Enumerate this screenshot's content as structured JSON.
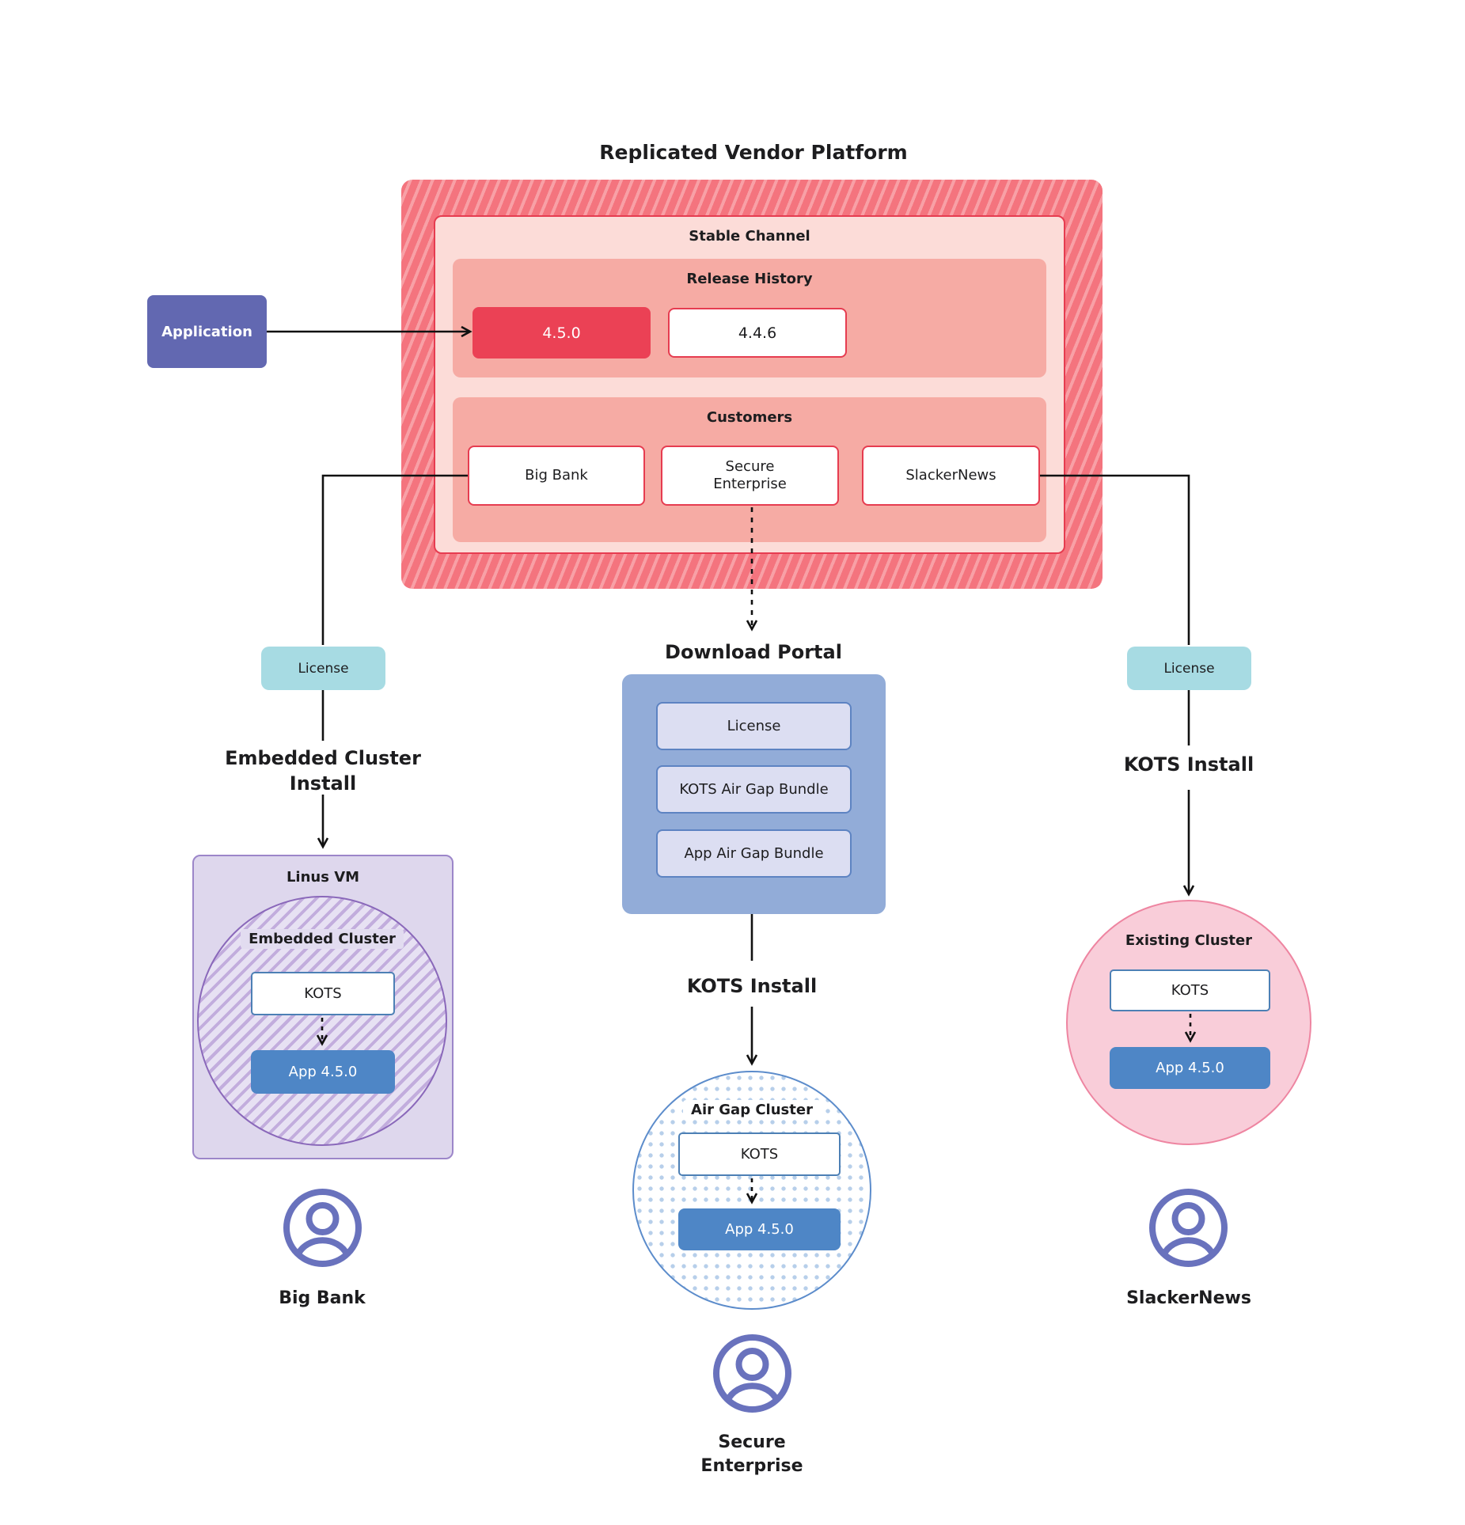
{
  "title": "Replicated Vendor Platform",
  "platform": {
    "stable_channel_label": "Stable Channel",
    "release_history": {
      "label": "Release History",
      "active_release": "4.5.0",
      "previous_release": "4.4.6"
    },
    "customers": {
      "label": "Customers",
      "big_bank": "Big Bank",
      "secure_enterprise_line1": "Secure",
      "secure_enterprise_line2": "Enterprise",
      "slackernews": "SlackerNews"
    }
  },
  "application": {
    "label": "Application"
  },
  "left_flow": {
    "license_label": "License",
    "install_line1": "Embedded Cluster",
    "install_line2": "Install",
    "vm_label": "Linus VM",
    "cluster_label": "Embedded Cluster",
    "kots_label": "KOTS",
    "app_label": "App 4.5.0",
    "user_label": "Big Bank"
  },
  "center_flow": {
    "portal_label": "Download Portal",
    "portal_items": [
      "License",
      "KOTS Air Gap Bundle",
      "App Air Gap Bundle"
    ],
    "install_label": "KOTS Install",
    "cluster_label": "Air Gap Cluster",
    "kots_label": "KOTS",
    "app_label": "App 4.5.0",
    "user_line1": "Secure",
    "user_line2": "Enterprise"
  },
  "right_flow": {
    "license_label": "License",
    "install_label": "KOTS Install",
    "cluster_label": "Existing Cluster",
    "kots_label": "KOTS",
    "app_label": "App 4.5.0",
    "user_label": "SlackerNews"
  },
  "colors": {
    "platform_stripe": "#f4747e",
    "platform_stripe_light": "#f8a0a6",
    "channel_fill": "#fcdcd8",
    "channel_border": "#e63c50",
    "section_fill": "#f6aba4",
    "active_release_fill": "#eb4155",
    "application_fill": "#6268b1",
    "license_fill": "#a7dbe3",
    "portal_fill": "#92acd8",
    "portal_item_fill": "#dcdef2",
    "portal_item_border": "#5d83c2",
    "vm_fill": "#ded7ed",
    "vm_border": "#9c86c9",
    "cluster_hatch": "#c2addd",
    "app_fill": "#4e86c6",
    "kots_border": "#4d80b5",
    "airgap_border": "#5c8ccb",
    "existing_fill": "#f9cdd9",
    "existing_border": "#ee85a1",
    "user_icon": "#6972bd",
    "connector": "#111111"
  }
}
